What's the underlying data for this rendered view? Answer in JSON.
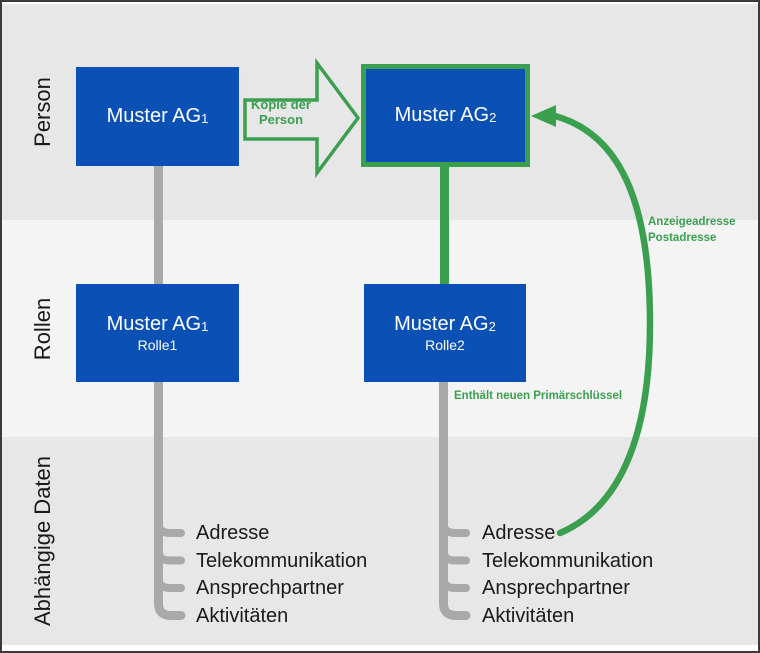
{
  "colors": {
    "box_blue": "#0b51b5",
    "green": "#3aa050",
    "grey_line": "#a9a9a9",
    "band_dark": "#e7e7e7",
    "band_light": "#f4f4f4",
    "text_dark": "#1a1a1a",
    "frame": "#3a3a3a"
  },
  "bands": {
    "person": "Person",
    "rollen": "Rollen",
    "daten": "Abhängige Daten"
  },
  "boxes": {
    "person_left": {
      "title": "Muster AG",
      "sub": "1"
    },
    "person_right": {
      "title": "Muster AG",
      "sub": "2"
    },
    "rolle_left": {
      "title": "Muster AG",
      "sub": "1",
      "subtitle": "Rolle1"
    },
    "rolle_right": {
      "title": "Muster AG",
      "sub": "2",
      "subtitle": "Rolle2"
    }
  },
  "labels": {
    "copy_arrow_line1": "Kopie der",
    "copy_arrow_line2": "Person",
    "address_line1": "Anzeigeadresse",
    "address_line2": "Postadresse",
    "primary_key": "Enthält neuen Primärschlüssel"
  },
  "lists": {
    "left": {
      "items": [
        "Adresse",
        "Telekommunikation",
        "Ansprechpartner",
        "Aktivitäten"
      ]
    },
    "right": {
      "items": [
        "Adresse",
        "Telekommunikation",
        "Ansprechpartner",
        "Aktivitäten"
      ]
    }
  }
}
